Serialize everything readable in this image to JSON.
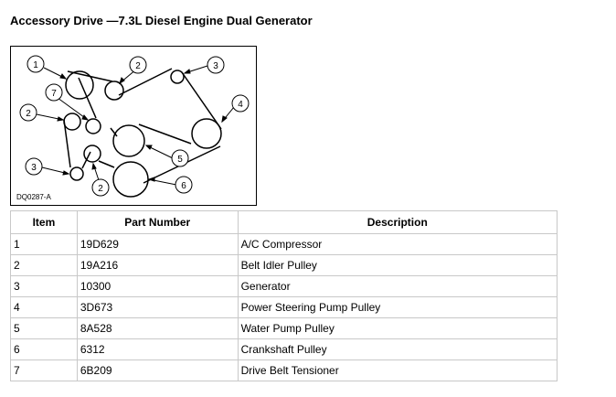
{
  "title": "Accessory Drive —7.3L Diesel Engine Dual Generator",
  "figure": {
    "id": "DQ0287-A",
    "callouts": [
      "1",
      "2",
      "3",
      "4",
      "2",
      "7",
      "5",
      "3",
      "2",
      "6"
    ]
  },
  "table": {
    "headers": [
      "Item",
      "Part Number",
      "Description"
    ],
    "rows": [
      [
        "1",
        "19D629",
        "A/C Compressor"
      ],
      [
        "2",
        "19A216",
        "Belt Idler Pulley"
      ],
      [
        "3",
        "10300",
        "Generator"
      ],
      [
        "4",
        "3D673",
        "Power Steering Pump Pulley"
      ],
      [
        "5",
        "8A528",
        "Water Pump Pulley"
      ],
      [
        "6",
        "6312",
        "Crankshaft Pulley"
      ],
      [
        "7",
        "6B209",
        "Drive Belt Tensioner"
      ]
    ]
  }
}
